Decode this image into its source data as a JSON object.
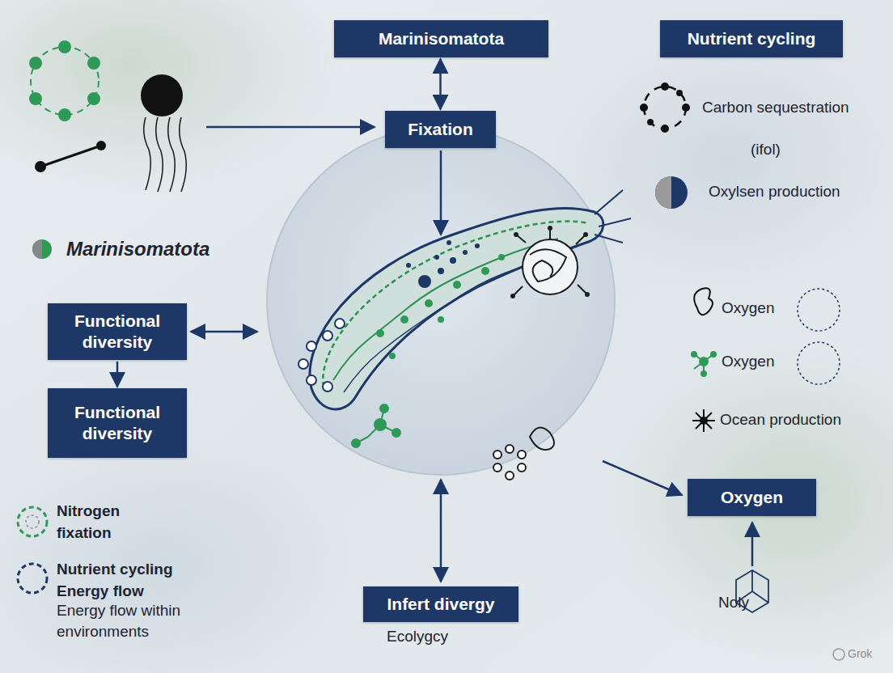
{
  "diagram": {
    "nodes": [
      {
        "text": [
          "Marinisomatota"
        ]
      },
      {
        "text": [
          "Nutrient cycling"
        ]
      },
      {
        "text": [
          "Fixation"
        ]
      },
      {
        "text": [
          "Functional diversity"
        ]
      },
      {
        "text": [
          "Functional diversity"
        ]
      },
      {
        "text": [
          "Oxygen"
        ]
      },
      {
        "text": [
          "Infert divergy"
        ]
      }
    ],
    "edges": [
      {
        "from": 0,
        "to": 2,
        "arrow": "both"
      },
      {
        "from": 3,
        "to": 4,
        "arrow": "to"
      }
    ],
    "labels": [
      "Marinisomatota",
      "Carbon sequestration",
      "(ifol)",
      "Oxylsen production",
      "Oxygen",
      "Oxygen",
      "Ocean production",
      "Nitrogen fixation",
      "Nutrient cycling Energy flow",
      "Energy flow within environments",
      "Noly",
      "Ecolygcy",
      "Grok"
    ]
  }
}
